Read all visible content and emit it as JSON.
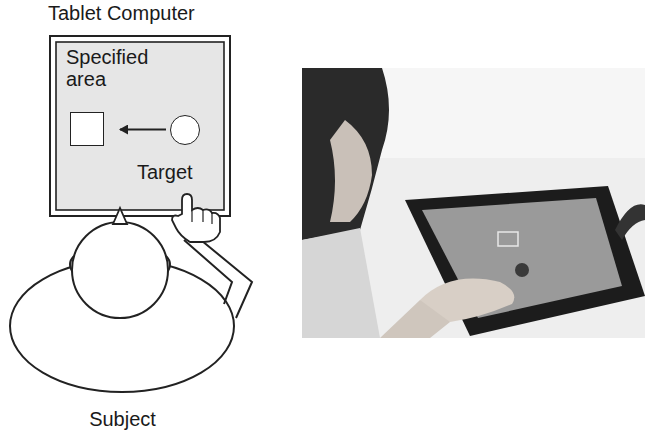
{
  "diagram": {
    "nodes": [
      {
        "text": [
          "Tablet Computer"
        ]
      },
      {
        "text": [
          "Specified area"
        ],
        "in": 0
      },
      {
        "text": [
          "Target"
        ],
        "in": 0
      },
      {
        "text": [
          "Subject"
        ]
      }
    ],
    "edges": [
      {
        "from": 2,
        "to": 1,
        "arrow": "to"
      }
    ]
  }
}
